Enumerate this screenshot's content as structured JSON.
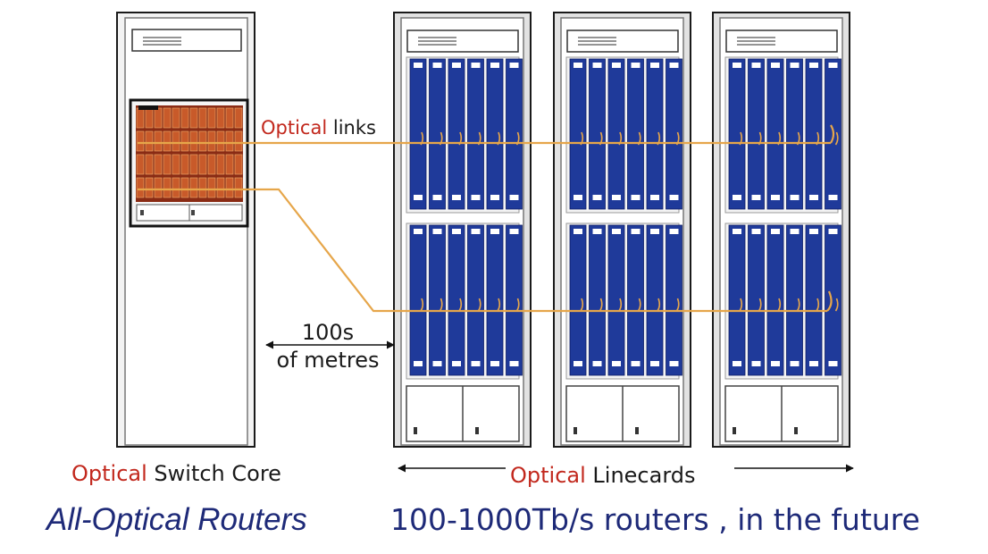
{
  "labels": {
    "optical_links": {
      "highlight": "Optical",
      "rest": " links"
    },
    "distance": {
      "line1": "100s",
      "line2": "of metres"
    },
    "switch_core": {
      "highlight": "Optical",
      "rest": " Switch Core"
    },
    "linecards": {
      "highlight": "Optical",
      "rest": " Linecards"
    },
    "title": "All-Optical Routers",
    "future": "100-1000Tb/s routers , in the future"
  },
  "colors": {
    "highlight_text": "#c2281d",
    "title_text": "#1e2a78",
    "card_blue": "#1f3a9a",
    "fiber": "#e6a64a",
    "core_orange": "#c85a2a",
    "rack_frame": "#e2e2e2"
  },
  "racks": {
    "core": {
      "name": "optical-switch-core-rack"
    },
    "linecards": [
      {
        "name": "linecard-rack-1"
      },
      {
        "name": "linecard-rack-2"
      },
      {
        "name": "linecard-rack-3"
      }
    ]
  }
}
